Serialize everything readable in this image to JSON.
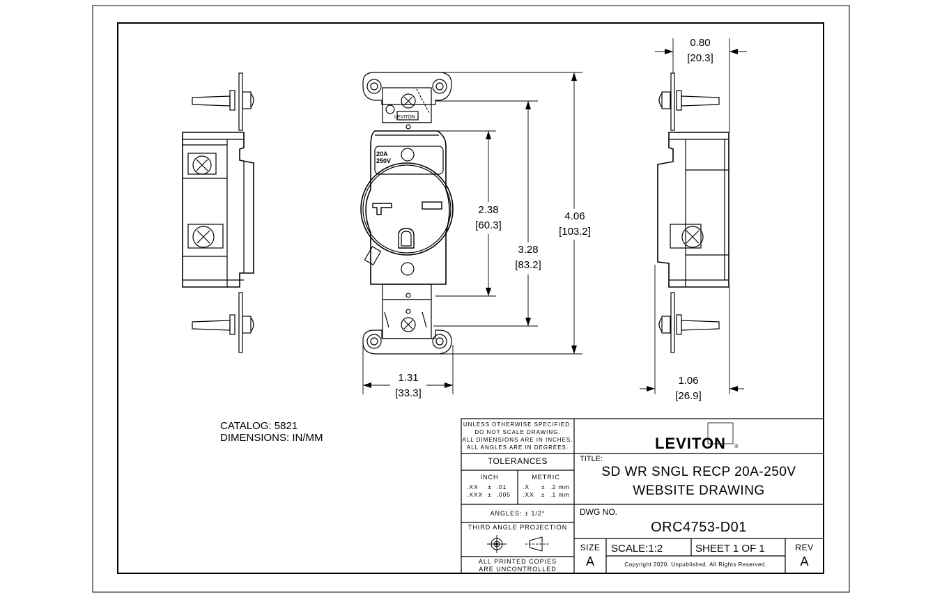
{
  "part_text": {
    "rating_amps": "20A",
    "rating_volts": "250V",
    "top_brand": "LEVITON"
  },
  "dimensions": {
    "depth_top": {
      "inch": "0.80",
      "mm": "[20.3]"
    },
    "face_height": {
      "inch": "2.38",
      "mm": "[60.3]"
    },
    "strap_mid": {
      "inch": "3.28",
      "mm": "[83.2]"
    },
    "overall_height": {
      "inch": "4.06",
      "mm": "[103.2]"
    },
    "width": {
      "inch": "1.31",
      "mm": "[33.3]"
    },
    "depth_bottom": {
      "inch": "1.06",
      "mm": "[26.9]"
    }
  },
  "notes": {
    "catalog": "CATALOG: 5821",
    "units": "DIMENSIONS: IN/MM"
  },
  "title_block": {
    "disclaimer": [
      "UNLESS OTHERWISE SPECIFIED:",
      "DO NOT SCALE DRAWING.",
      "ALL DIMENSIONS ARE IN INCHES.",
      "ALL ANGLES ARE IN DEGREES."
    ],
    "tolerances_label": "TOLERANCES",
    "inch_label": "INCH",
    "metric_label": "METRIC",
    "inch_tol": [
      ".XX    ±  .01",
      ".XXX  ±  .005"
    ],
    "metric_tol": [
      ".X     ±  .2 mm",
      ".XX   ±  .1 mm"
    ],
    "angles": "ANGLES: ± 1/2°",
    "projection": "THIRD ANGLE PROJECTION",
    "printed_copies": [
      "ALL PRINTED COPIES",
      "ARE UNCONTROLLED"
    ],
    "brand": "LEVITON",
    "title_label": "TITLE:",
    "title_lines": [
      "SD WR SNGL RECP 20A-250V",
      "WEBSITE DRAWING"
    ],
    "dwg_label": "DWG NO.",
    "dwg_no": "ORC4753-D01",
    "size_label": "SIZE",
    "size_value": "A",
    "scale": "SCALE:1:2",
    "sheet": "SHEET 1 OF 1",
    "rev_label": "REV",
    "rev_value": "A",
    "copyright": "Copyright 2020. Unpublished. All Rights Reserved."
  }
}
